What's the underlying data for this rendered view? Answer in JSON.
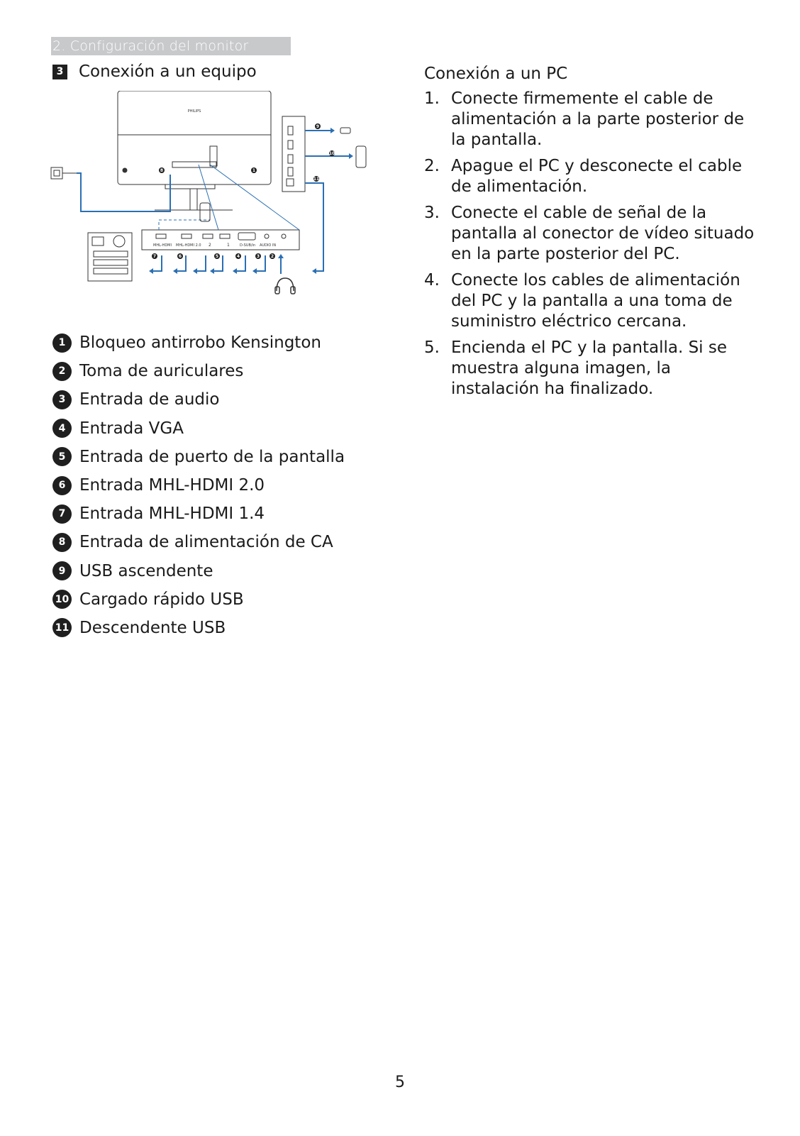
{
  "header": {
    "section": "2. Configuración del monitor"
  },
  "section": {
    "number": "3",
    "title": "Conexión a un equipo"
  },
  "diagram": {
    "brand": "PHILIPS",
    "port_labels": [
      "MHL-HDMI",
      "MHL-HDMI 2.0",
      "2",
      "1",
      "D-SUB/in",
      "AUDIO IN"
    ],
    "callouts": [
      "1",
      "2",
      "3",
      "4",
      "5",
      "6",
      "7",
      "8",
      "9",
      "10",
      "11"
    ]
  },
  "legend": [
    {
      "n": "1",
      "label": "Bloqueo antirrobo Kensington"
    },
    {
      "n": "2",
      "label": "Toma de auriculares"
    },
    {
      "n": "3",
      "label": "Entrada de audio"
    },
    {
      "n": "4",
      "label": "Entrada VGA"
    },
    {
      "n": "5",
      "label": "Entrada de puerto de la pantalla"
    },
    {
      "n": "6",
      "label": "Entrada MHL-HDMI 2.0"
    },
    {
      "n": "7",
      "label": "Entrada MHL-HDMI 1.4"
    },
    {
      "n": "8",
      "label": "Entrada de alimentación de CA"
    },
    {
      "n": "9",
      "label": "USB ascendente"
    },
    {
      "n": "10",
      "label": "Cargado rápido USB"
    },
    {
      "n": "11",
      "label": "Descendente USB"
    }
  ],
  "pc_connection": {
    "title": "Conexión a un PC",
    "steps": [
      {
        "n": "1.",
        "text": "Conecte firmemente el cable de alimentación a la parte posterior de la pantalla."
      },
      {
        "n": "2.",
        "text": "Apague el PC y desconecte el cable de alimentación."
      },
      {
        "n": "3.",
        "text": "Conecte el cable de señal de la pantalla al conector de vídeo situado en la parte posterior del PC."
      },
      {
        "n": "4.",
        "text": "Conecte los cables de alimentación del PC y la pantalla a una toma de suministro eléctrico cercana."
      },
      {
        "n": "5.",
        "text": "Encienda el PC y la pantalla. Si se muestra alguna imagen, la instalación ha finalizado."
      }
    ]
  },
  "page": {
    "number": "5"
  }
}
